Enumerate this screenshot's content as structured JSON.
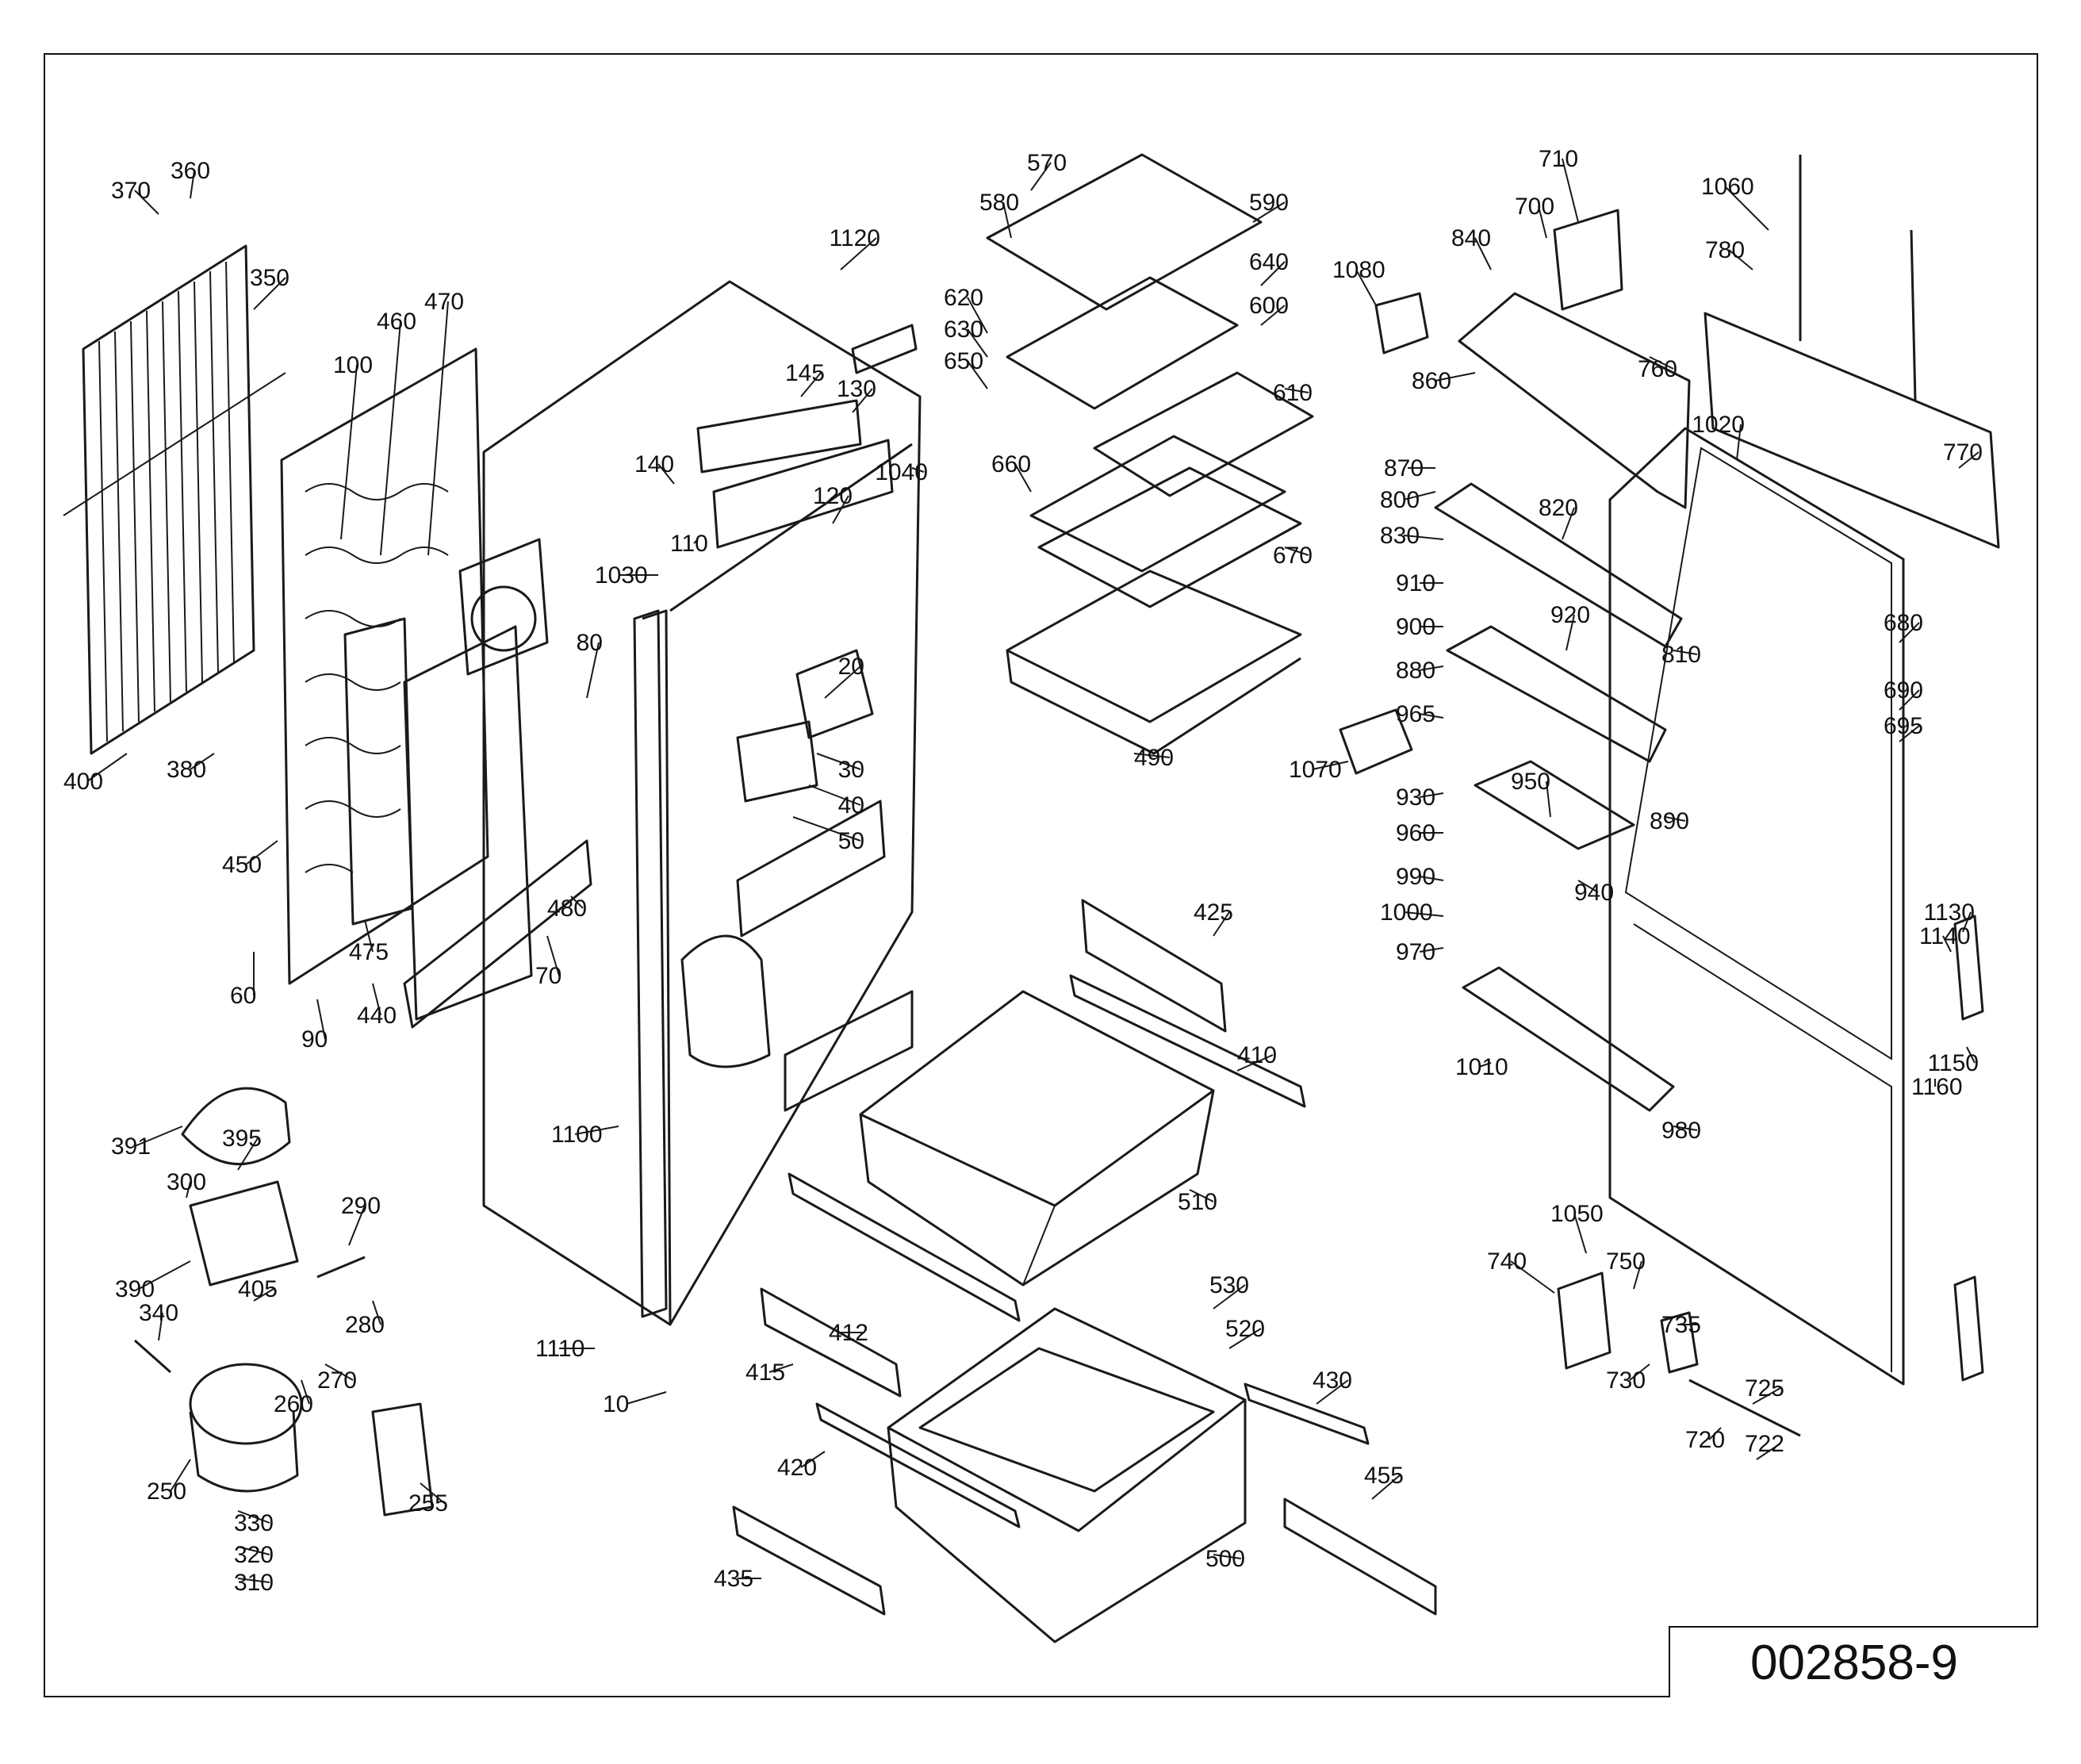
{
  "drawing_code": "002858-9",
  "part_numbers": [
    "10",
    "20",
    "30",
    "40",
    "50",
    "60",
    "70",
    "80",
    "90",
    "100",
    "110",
    "120",
    "130",
    "140",
    "145",
    "250",
    "255",
    "260",
    "270",
    "280",
    "290",
    "300",
    "310",
    "320",
    "330",
    "340",
    "350",
    "360",
    "370",
    "380",
    "390",
    "391",
    "395",
    "400",
    "405",
    "410",
    "412",
    "415",
    "420",
    "425",
    "430",
    "435",
    "440",
    "450",
    "455",
    "460",
    "470",
    "475",
    "480",
    "490",
    "500",
    "510",
    "520",
    "530",
    "570",
    "580",
    "590",
    "600",
    "610",
    "620",
    "630",
    "640",
    "650",
    "660",
    "670",
    "680",
    "690",
    "695",
    "700",
    "710",
    "720",
    "722",
    "725",
    "730",
    "735",
    "740",
    "750",
    "760",
    "770",
    "780",
    "800",
    "810",
    "820",
    "830",
    "840",
    "860",
    "870",
    "880",
    "890",
    "900",
    "910",
    "920",
    "930",
    "940",
    "950",
    "960",
    "965",
    "970",
    "980",
    "990",
    "1000",
    "1010",
    "1020",
    "1030",
    "1040",
    "1050",
    "1060",
    "1070",
    "1080",
    "1100",
    "1110",
    "1120",
    "1130",
    "1140",
    "1150",
    "1160"
  ]
}
